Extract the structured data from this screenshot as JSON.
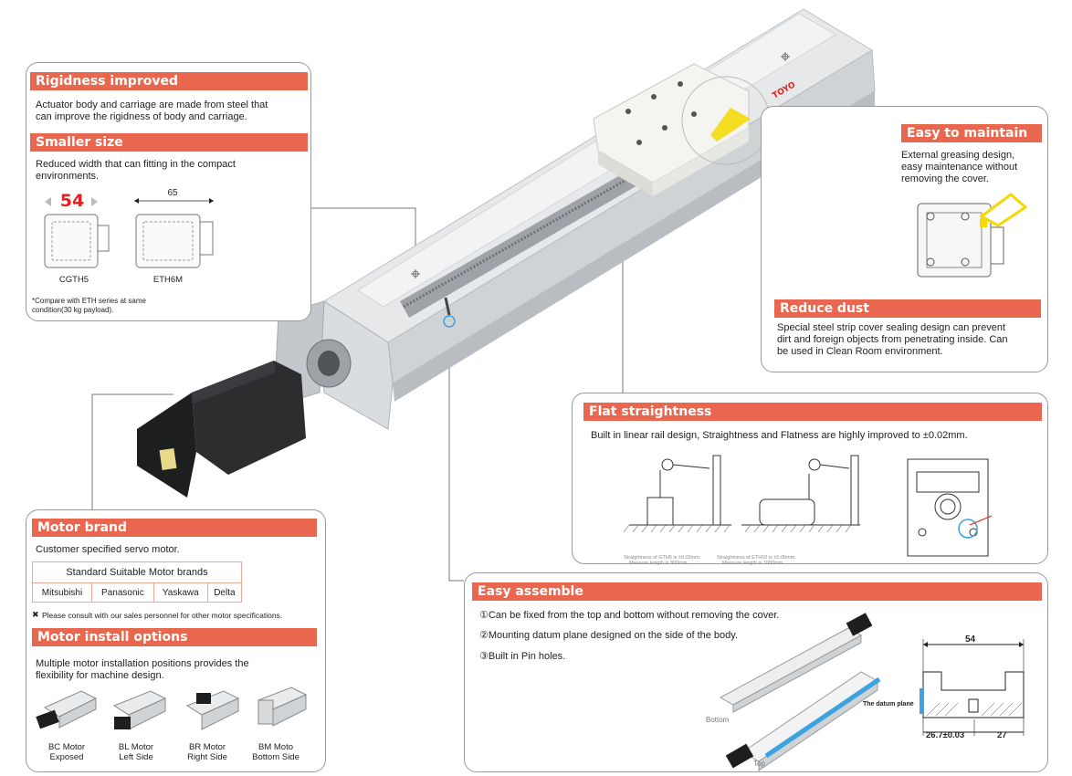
{
  "rigidness": {
    "title": "Rigidness improved",
    "body": "Actuator body and carriage are made from steel that can improve the rigidness of body and carriage."
  },
  "smaller": {
    "title": "Smaller size",
    "body": "Reduced width that can fitting in the compact environments.",
    "dim_small": "54",
    "dim_large": "65",
    "label_small": "CGTH5",
    "label_large": "ETH6M",
    "note": "*Compare with ETH series at same condition(30 kg payload)."
  },
  "maintain": {
    "title": "Easy to maintain",
    "body": "External greasing design, easy maintenance without removing the cover."
  },
  "dust": {
    "title": "Reduce dust",
    "body": "Special steel strip cover sealing design can prevent dirt and foreign objects from penetrating inside. Can be used in Clean Room environment."
  },
  "flat": {
    "title": "Flat straightness",
    "body": "Built in linear rail design, Straightness and Flatness are highly improved to ±0.02mm.",
    "note1a": "Straightness of GTH5 is ±0.02mm.",
    "note1b": "Measure length is 800mm.",
    "note2a": "Straightness of ETH10 is ±0.05mm.",
    "note2b": "Measure length is 1000mm."
  },
  "motor": {
    "title": "Motor brand",
    "body": "Customer specified servo motor.",
    "table_header": "Standard Suitable Motor brands",
    "brands": [
      "Mitsubishi",
      "Panasonic",
      "Yaskawa",
      "Delta"
    ],
    "note": "Please consult with our sales personnel for other motor specifications."
  },
  "install": {
    "title": "Motor install options",
    "body": "Multiple motor installation positions provides the flexibility for machine design.",
    "options": [
      {
        "line1": "BC Motor",
        "line2": "Exposed"
      },
      {
        "line1": "BL Motor",
        "line2": "Left Side"
      },
      {
        "line1": "BR Motor",
        "line2": "Right Side"
      },
      {
        "line1": "BM Moto",
        "line2": "Bottom Side"
      }
    ]
  },
  "assemble": {
    "title": "Easy assemble",
    "items": [
      "①Can be fixed from the top and bottom without removing the cover.",
      "②Mounting datum plane designed on the side of the body.",
      "③Built in Pin holes."
    ],
    "label_bottom": "Bottom",
    "label_top": "Top",
    "datum": "The datum plane",
    "dim_width": "54",
    "dim_left": "26.7±0.03",
    "dim_right": "27"
  },
  "product": {
    "brand": "TOYO"
  },
  "colors": {
    "accent": "#e8674e",
    "red_num": "#e62020",
    "yellow": "#f4d800",
    "blue": "#3aa3e0"
  }
}
